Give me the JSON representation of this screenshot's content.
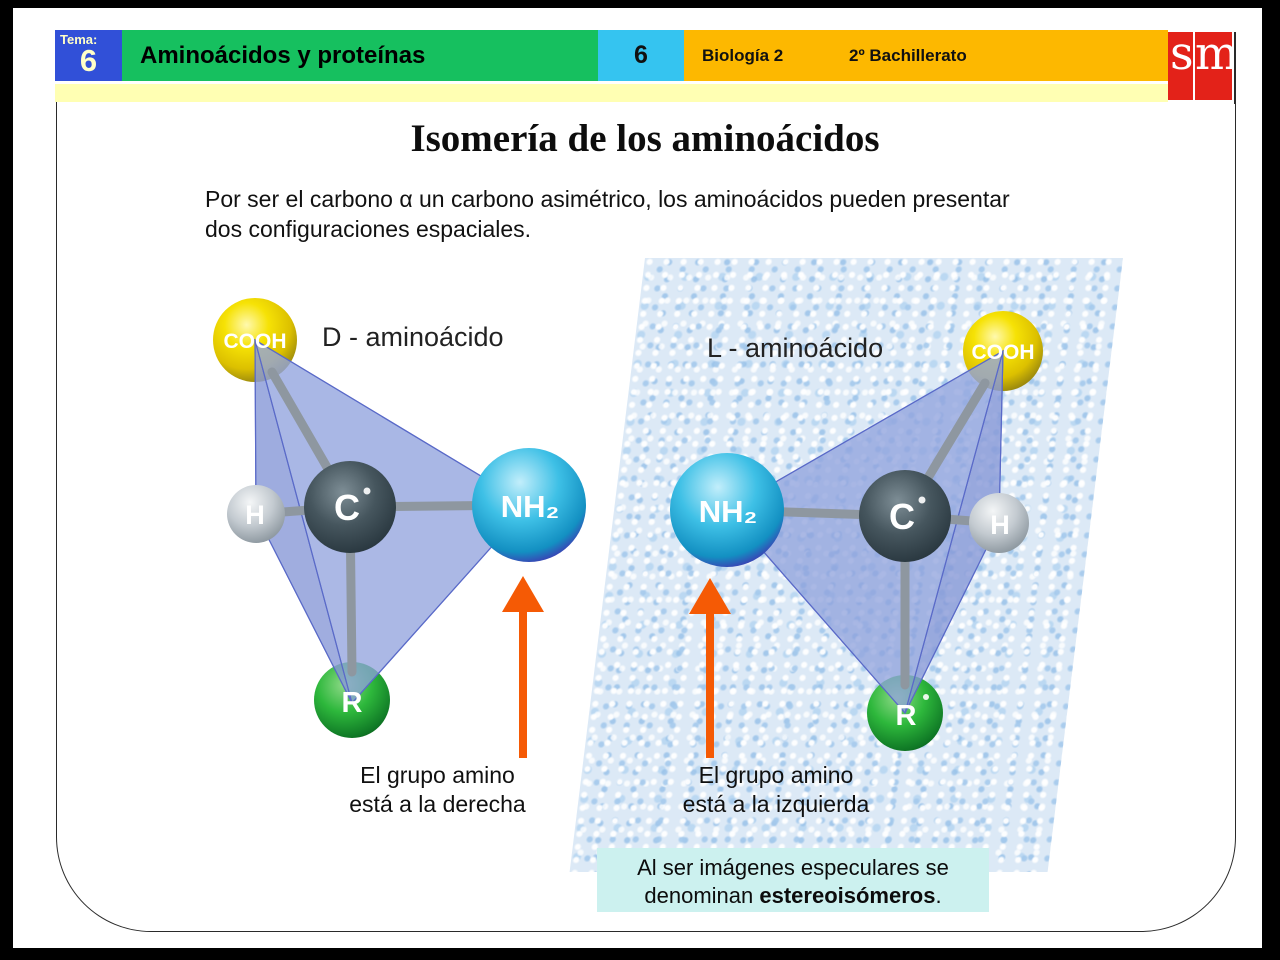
{
  "header": {
    "tema_label": "Tema:",
    "tema_number": "6",
    "chapter_title": "Aminoácidos y proteínas",
    "slide_number": "6",
    "course": "Biología 2",
    "level": "2º Bachillerato",
    "logo_s": "s",
    "logo_m": "m"
  },
  "title": "Isomería de los aminoácidos",
  "intro": {
    "line1": "Por ser el carbono α un carbono asimétrico, los aminoácidos pueden presentar",
    "line2": "dos configuraciones espaciales."
  },
  "molecules": {
    "d": {
      "label": "D - aminoácido",
      "atoms": {
        "cooh": "COOH",
        "c": "C",
        "h": "H",
        "nh2": "NH₂",
        "r": "R"
      },
      "caption_line1": "El grupo amino",
      "caption_line2": "está a la derecha"
    },
    "l": {
      "label": "L - aminoácido",
      "atoms": {
        "cooh": "COOH",
        "c": "C",
        "h": "H",
        "nh2": "NH₂",
        "r": "R"
      },
      "caption_line1": "El grupo amino",
      "caption_line2": "está a la izquierda"
    }
  },
  "footnote": {
    "line1": "Al ser imágenes especulares se",
    "line2_pre": "denominan ",
    "line2_bold": "estereoisómeros",
    "line2_post": "."
  },
  "colors": {
    "header_blue": "#3150d8",
    "header_green": "#16c05f",
    "header_cyan": "#35c4f0",
    "header_gold": "#fdb800",
    "strip_yellow": "#ffffb3",
    "logo_red": "#e32219",
    "arrow_orange": "#f55a05",
    "panel_blue": "#dce9f6",
    "note_cyan": "#ccf1ef",
    "sphere_yellow": "#f2d800",
    "sphere_dark": "#44555e",
    "sphere_gray": "#c8ccd0",
    "sphere_cyan": "#38c3e8",
    "sphere_green": "#2eb83c"
  }
}
